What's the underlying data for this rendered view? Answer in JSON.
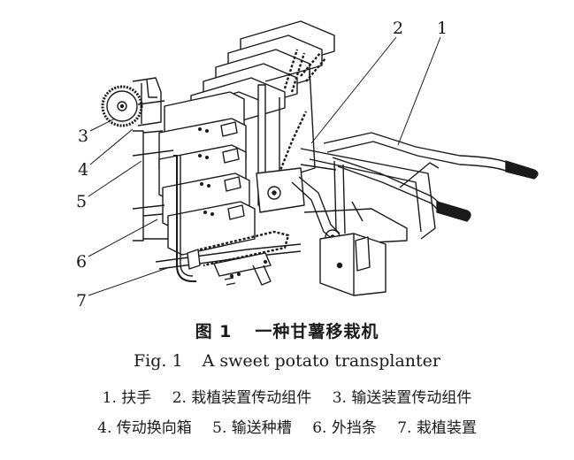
{
  "figure": {
    "callouts": [
      "1",
      "2",
      "3",
      "4",
      "5",
      "6",
      "7"
    ],
    "caption_cn": {
      "number": "图 1",
      "title": "一种甘薯移栽机"
    },
    "caption_en": {
      "number": "Fig. 1",
      "title": "A sweet potato transplanter"
    },
    "legend": [
      [
        "1. 扶手",
        "2. 栽植装置传动组件",
        "3. 输送装置传动组件"
      ],
      [
        "4. 传动换向箱",
        "5. 输送种槽",
        "6. 外挡条",
        "7. 栽植装置"
      ]
    ]
  }
}
